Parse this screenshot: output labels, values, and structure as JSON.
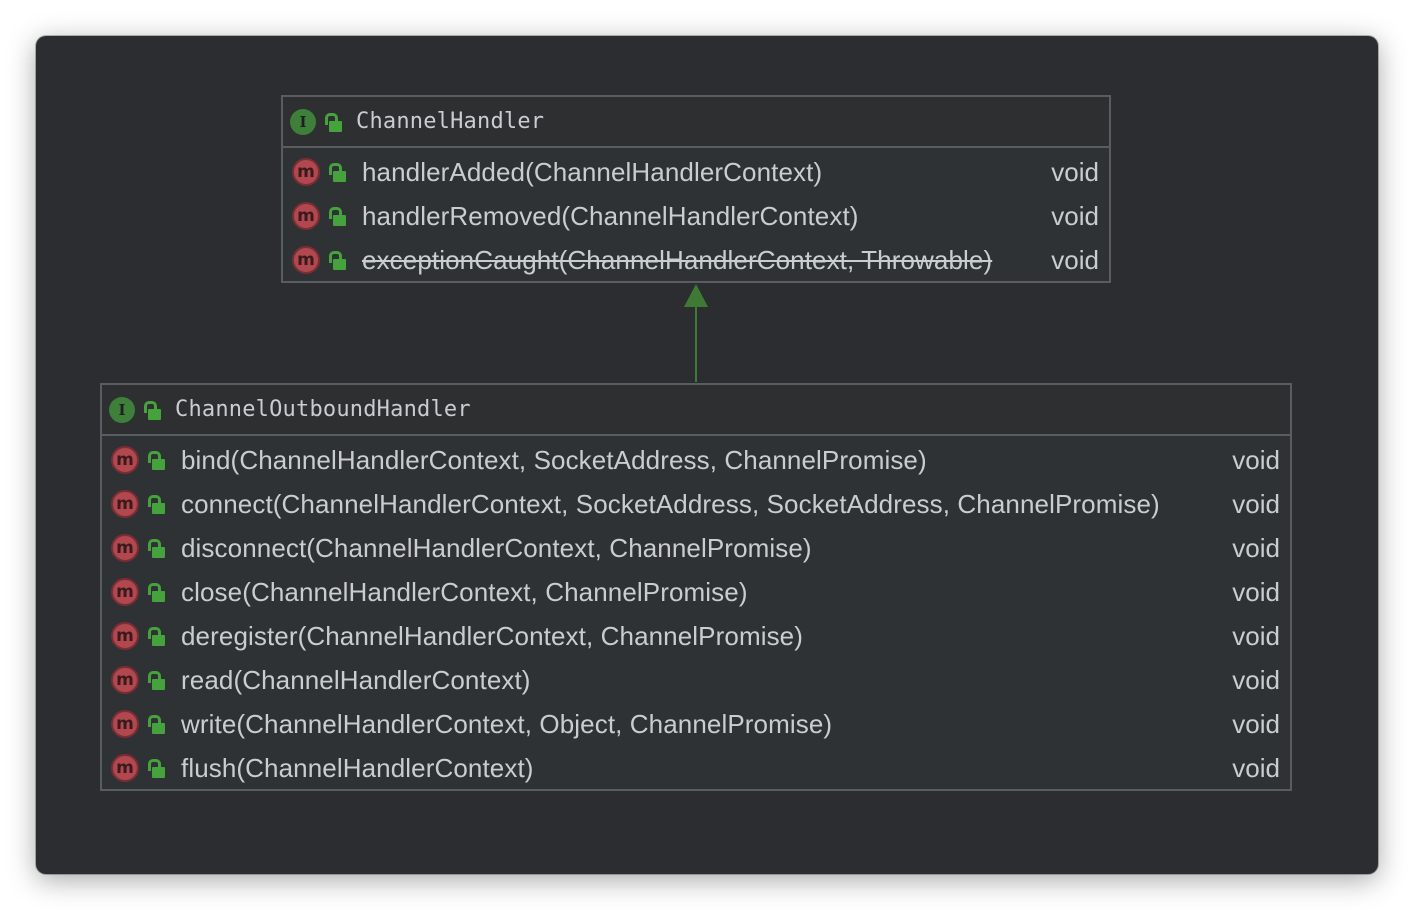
{
  "colors": {
    "window_bg": "#2b2d30",
    "box_bg": "#2f3235",
    "border": "#5a5d60",
    "text": "#c9ccd0",
    "interface_badge": "#3e7f3a",
    "method_badge": "#b1484f",
    "public_lock": "#46a23c",
    "arrow": "#3f7a35"
  },
  "icons": {
    "interface": "I",
    "method": "m"
  },
  "diagram": {
    "parent": {
      "name": "ChannelHandler",
      "methods": [
        {
          "signature": "handlerAdded(ChannelHandlerContext)",
          "return": "void",
          "deprecated": false
        },
        {
          "signature": "handlerRemoved(ChannelHandlerContext)",
          "return": "void",
          "deprecated": false
        },
        {
          "signature": "exceptionCaught(ChannelHandlerContext, Throwable)",
          "return": "void",
          "deprecated": true
        }
      ]
    },
    "child": {
      "name": "ChannelOutboundHandler",
      "methods": [
        {
          "signature": "bind(ChannelHandlerContext, SocketAddress, ChannelPromise)",
          "return": "void"
        },
        {
          "signature": "connect(ChannelHandlerContext, SocketAddress, SocketAddress, ChannelPromise)",
          "return": "void"
        },
        {
          "signature": "disconnect(ChannelHandlerContext, ChannelPromise)",
          "return": "void"
        },
        {
          "signature": "close(ChannelHandlerContext, ChannelPromise)",
          "return": "void"
        },
        {
          "signature": "deregister(ChannelHandlerContext, ChannelPromise)",
          "return": "void"
        },
        {
          "signature": "read(ChannelHandlerContext)",
          "return": "void"
        },
        {
          "signature": "write(ChannelHandlerContext, Object, ChannelPromise)",
          "return": "void"
        },
        {
          "signature": "flush(ChannelHandlerContext)",
          "return": "void"
        }
      ]
    },
    "relation": "extends"
  }
}
